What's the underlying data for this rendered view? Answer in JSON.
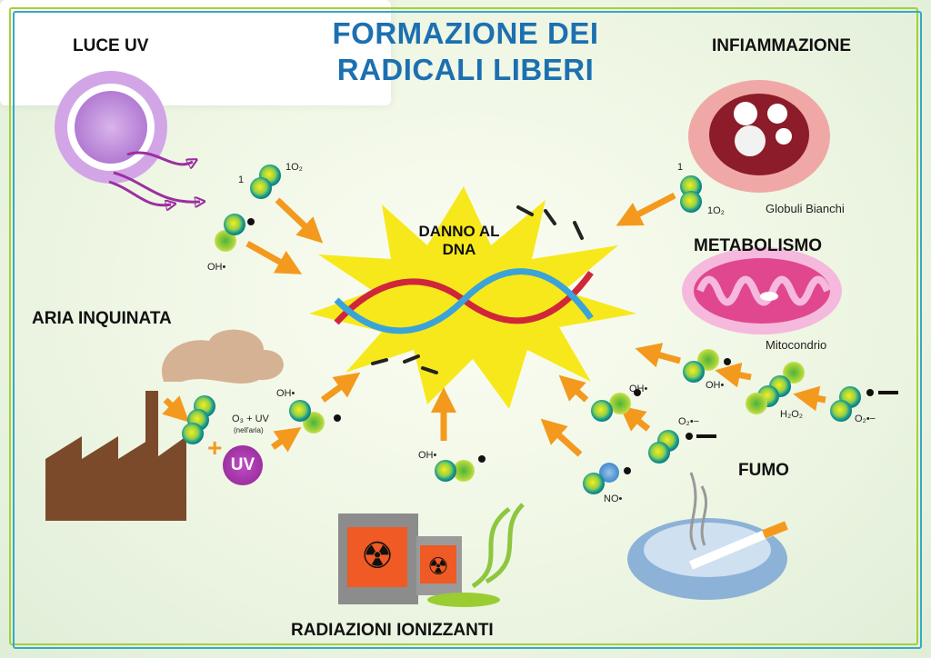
{
  "title": {
    "line1": "FORMAZIONE DEI",
    "line2": "RADICALI LIBERI"
  },
  "center": {
    "heading_line1": "DANNO AL",
    "heading_line2": "DNA"
  },
  "sources": {
    "uv_light": {
      "heading": "LUCE UV",
      "labels": {
        "singlet_num": "1",
        "singlet_o2": "1O₂",
        "hydroxyl": "OH•"
      }
    },
    "inflammation": {
      "heading": "INFIAMMAZIONE",
      "caption": "Globuli Bianchi",
      "labels": {
        "singlet_num": "1",
        "singlet_o2": "1O₂"
      }
    },
    "metabolism": {
      "heading": "METABOLISMO",
      "caption": "Mitocondrio",
      "labels": {
        "hydroxyl_a": "OH•",
        "hydroxyl_b": "OH•",
        "peroxide": "H₂O₂",
        "superoxide_a": "O₂•−",
        "superoxide_b": "O₂•−",
        "nitric_oxide": "NO•"
      }
    },
    "polluted_air": {
      "heading": "ARIA INQUINATA",
      "labels": {
        "ozone": "O₃ + UV",
        "ozone_note": "(nell'aria)",
        "uv_badge": "UV",
        "hydroxyl": "OH•"
      }
    },
    "smoke": {
      "heading": "FUMO"
    },
    "ionizing_radiation": {
      "heading": "RADIAZIONI IONIZZANTI",
      "labels": {
        "hydroxyl": "OH•"
      }
    }
  },
  "colors": {
    "title": "#1d70b0",
    "arrow": "#f39a1e",
    "uv": "#9b2fa0",
    "burst": "#f7e81c",
    "teal": "#0f8f8f",
    "factory": "#7a4a2a"
  }
}
